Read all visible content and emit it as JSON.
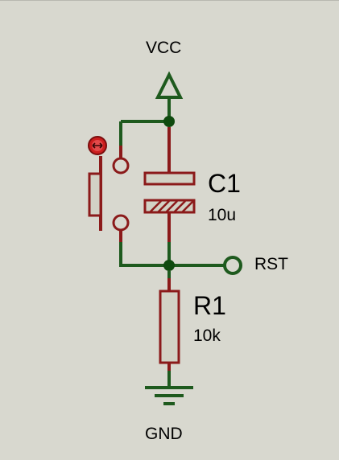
{
  "nets": {
    "vcc": "VCC",
    "rst": "RST",
    "gnd": "GND"
  },
  "components": {
    "c1": {
      "ref": "C1",
      "value": "10u"
    },
    "r1": {
      "ref": "R1",
      "value": "10k"
    }
  },
  "colors": {
    "background": "#d8d8cf",
    "wire": "#1e5a1e",
    "component": "#8b1a1a",
    "component_fill": "#d2d2c5",
    "junction": "#0f4a0f",
    "probe": "#cc1e1e"
  },
  "icons": {
    "button": "push-button-switch-icon",
    "probe": "interactive-probe-icon"
  }
}
